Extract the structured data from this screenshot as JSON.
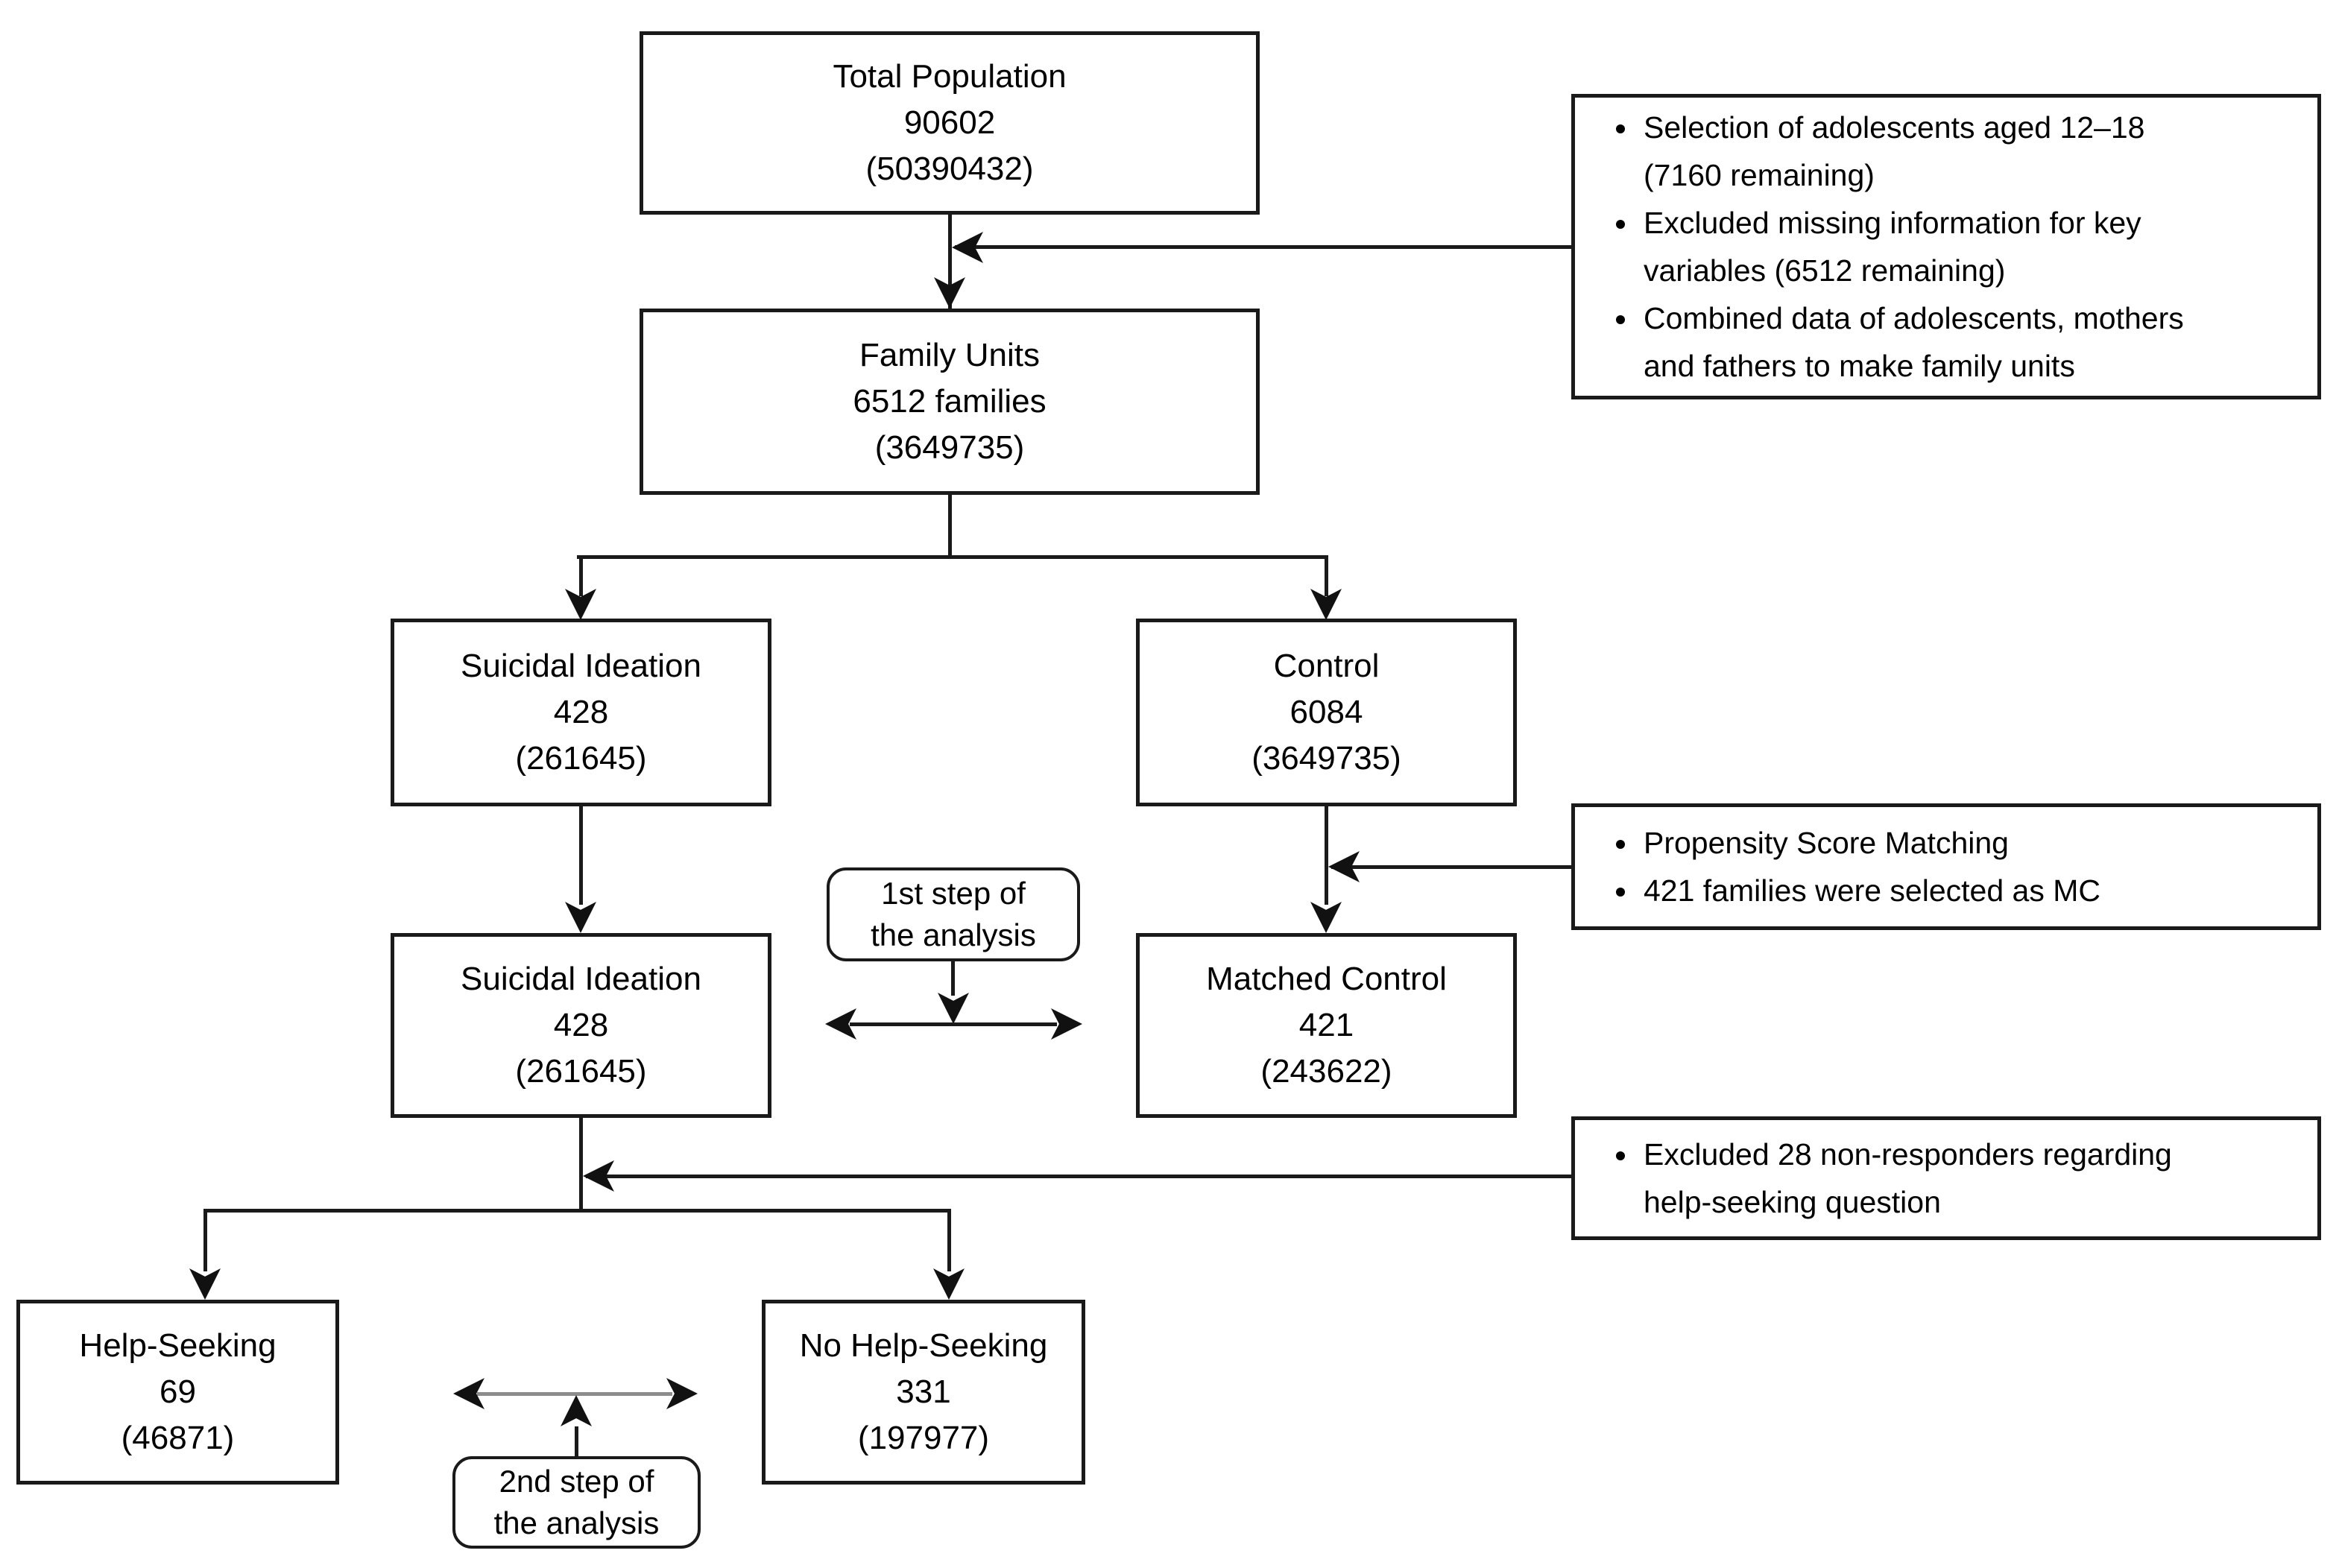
{
  "colors": {
    "ink": "#1a1a1a",
    "muted_line": "#8c8c8c",
    "background": "#ffffff"
  },
  "boxes": {
    "total_population": {
      "title": "Total Population",
      "count": "90602",
      "weighted": "(50390432)"
    },
    "family_units": {
      "title": "Family Units",
      "count": "6512 families",
      "weighted": "(3649735)"
    },
    "suicidal_ideation": {
      "title": "Suicidal Ideation",
      "count": "428",
      "weighted": "(261645)"
    },
    "control": {
      "title": "Control",
      "count": "6084",
      "weighted": "(3649735)"
    },
    "suicidal_ideation_2": {
      "title": "Suicidal Ideation",
      "count": "428",
      "weighted": "(261645)"
    },
    "matched_control": {
      "title": "Matched Control",
      "count": "421",
      "weighted": "(243622)"
    },
    "help_seeking": {
      "title": "Help-Seeking",
      "count": "69",
      "weighted": "(46871)"
    },
    "no_help_seeking": {
      "title": "No Help-Seeking",
      "count": "331",
      "weighted": "(197977)"
    }
  },
  "step_labels": {
    "step1": "1st step of\nthe analysis",
    "step2": "2nd step of\nthe analysis"
  },
  "notes": {
    "selection": [
      "Selection of adolescents aged 12–18\n(7160 remaining)",
      "Excluded missing information for key\nvariables (6512 remaining)",
      "Combined data of adolescents, mothers\nand fathers to make family units"
    ],
    "matching": [
      "Propensity Score Matching",
      "421 families were selected as MC"
    ],
    "exclusion": [
      "Excluded 28 non-responders regarding\nhelp-seeking question"
    ]
  }
}
